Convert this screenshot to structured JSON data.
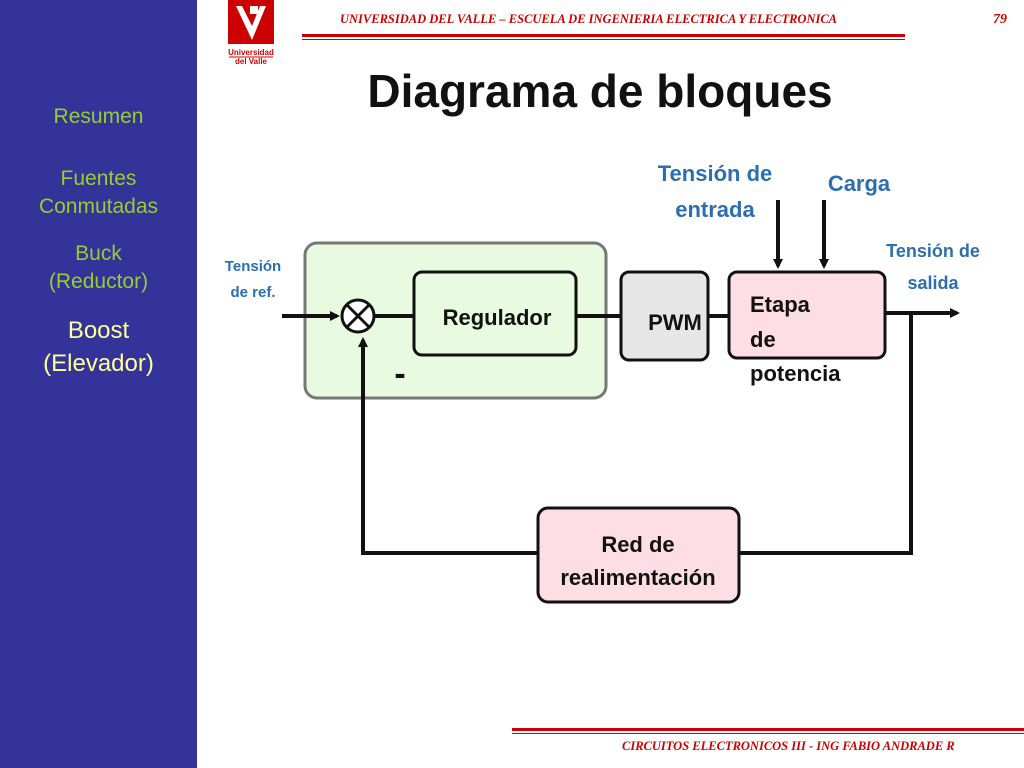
{
  "header": {
    "university": "UNIVERSIDAD DEL VALLE – ESCUELA DE INGENIERIA ELECTRICA Y ELECTRONICA",
    "page_number": "79",
    "footer": "CIRCUITOS ELECTRONICOS III - ING FABIO ANDRADE R",
    "logo_text_1": "Universidad",
    "logo_text_2": "del Valle"
  },
  "sidebar": {
    "items": [
      {
        "lines": [
          "Resumen"
        ]
      },
      {
        "lines": [
          "Fuentes",
          "Conmutadas"
        ]
      },
      {
        "lines": [
          "Buck",
          "(Reductor)"
        ]
      },
      {
        "lines": [
          "Boost",
          "(Elevador)"
        ]
      }
    ]
  },
  "slide": {
    "title": "Diagrama de bloques"
  },
  "diagram": {
    "ref_label": [
      "Tensión",
      "de ref."
    ],
    "minus_sign": "-",
    "regulador": "Regulador",
    "pwm": "PWM",
    "etapa": [
      "Etapa",
      "de",
      "potencia"
    ],
    "entrada": [
      "Tensión de",
      "entrada"
    ],
    "carga": "Carga",
    "salida": [
      "Tensión de",
      "salida"
    ],
    "red": [
      "Red de",
      "realimentación"
    ]
  },
  "colors": {
    "sidebar_bg": "#333399",
    "sidebar_text": "#99cc33",
    "sidebar_active": "#ffff99",
    "header_red": "#cc0000",
    "label_blue": "#2c6fb0",
    "controller_fill": "#e8fbe0",
    "power_fill": "#fddde6",
    "pwm_fill": "#e6e6e6"
  }
}
